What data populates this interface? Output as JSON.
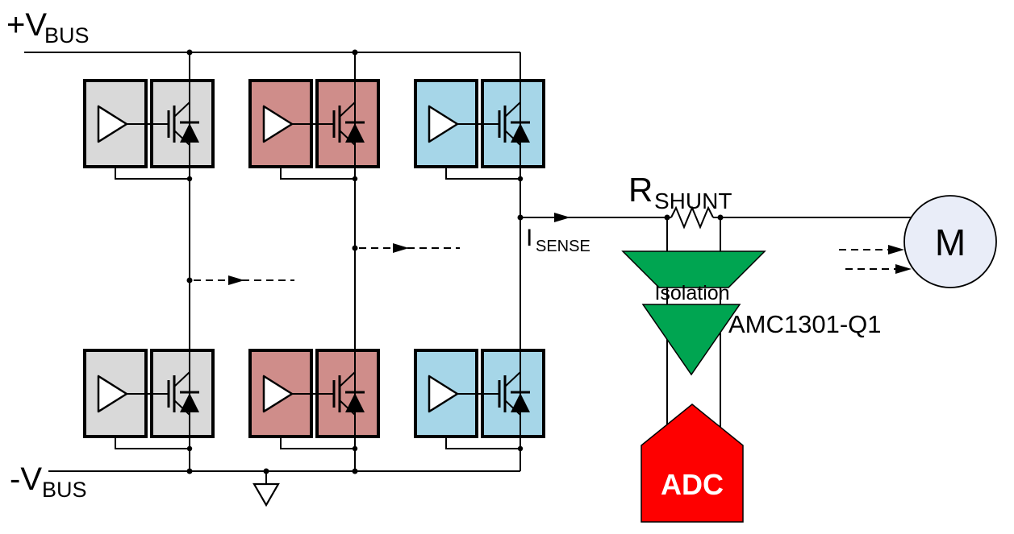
{
  "diagram": {
    "labels": {
      "vbus_pos": {
        "main": "+V",
        "sub": "BUS"
      },
      "vbus_neg": {
        "main": "-V",
        "sub": "BUS"
      },
      "isense": {
        "main": "I",
        "sub": "SENSE"
      },
      "rshunt": {
        "main": "R",
        "sub": "SHUNT"
      },
      "isolation": "Isolation",
      "isolator_part": "AMC1301-Q1",
      "adc": "ADC",
      "motor": "M"
    },
    "colors": {
      "phase_a": "#d9d9d9",
      "phase_b": "#cf8d8a",
      "phase_c": "#a6d6e8",
      "isolation_green": "#00a551",
      "adc_red": "#fe0000",
      "motor_fill": "#e9edf8",
      "line": "#000000",
      "background": "#ffffff"
    }
  }
}
